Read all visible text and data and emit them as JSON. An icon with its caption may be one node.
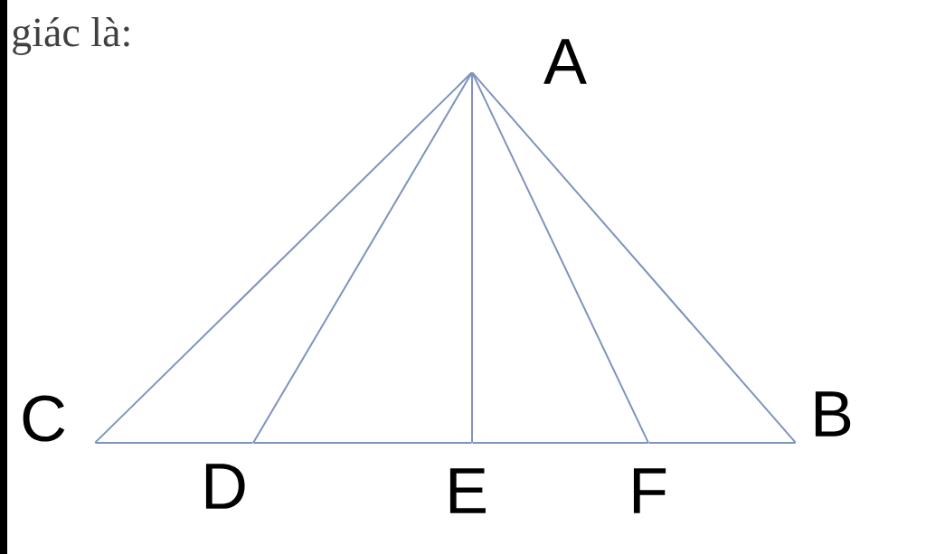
{
  "diagram": {
    "nodes": [
      {
        "text": [],
        "shape": "point",
        "beside": [
          "A"
        ]
      },
      {
        "text": [],
        "shape": "point",
        "beside": [
          "C"
        ]
      },
      {
        "text": [],
        "shape": "point",
        "beside": [
          "D"
        ]
      },
      {
        "text": [],
        "shape": "point",
        "beside": [
          "E"
        ]
      },
      {
        "text": [],
        "shape": "point",
        "beside": [
          "F"
        ]
      },
      {
        "text": [],
        "shape": "point",
        "beside": [
          "B"
        ]
      }
    ],
    "edges": [
      {
        "from": 0,
        "to": 1,
        "arrow": "none"
      },
      {
        "from": 0,
        "to": 2,
        "arrow": "none"
      },
      {
        "from": 0,
        "to": 3,
        "arrow": "none"
      },
      {
        "from": 0,
        "to": 4,
        "arrow": "none"
      },
      {
        "from": 0,
        "to": 5,
        "arrow": "none"
      },
      {
        "from": 1,
        "to": 2,
        "arrow": "none"
      },
      {
        "from": 2,
        "to": 3,
        "arrow": "none"
      },
      {
        "from": 3,
        "to": 4,
        "arrow": "none"
      },
      {
        "from": 4,
        "to": 5,
        "arrow": "none"
      }
    ],
    "labels": [
      "giác là:"
    ]
  }
}
